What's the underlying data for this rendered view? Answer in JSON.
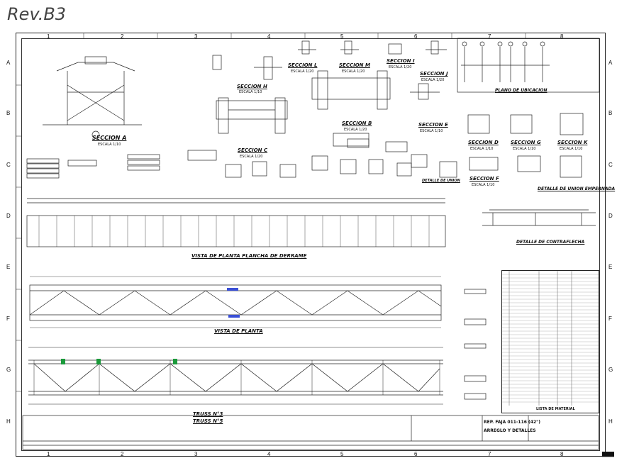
{
  "revision": "Rev.B3",
  "columns": [
    "1",
    "2",
    "3",
    "4",
    "5",
    "6",
    "7",
    "8"
  ],
  "rows": [
    "A",
    "B",
    "C",
    "D",
    "E",
    "F",
    "G",
    "H"
  ],
  "sections": {
    "a": "SECCION A",
    "b": "SECCION B",
    "c": "SECCION C",
    "d": "SECCION D",
    "e": "SECCION E",
    "f": "SECCION F",
    "g": "SECCION G",
    "h": "SECCION H",
    "i": "SECCION I",
    "j": "SECCION J",
    "k": "SECCION K",
    "l": "SECCION L",
    "m": "SECCION M"
  },
  "scales": {
    "s10": "ESCALA 1/10",
    "s20": "ESCALA 1/20"
  },
  "views": {
    "plano_ubicacion": "PLANO DE UBICACION",
    "detalle_union_empernada": "DETALLE DE UNION EMPERNADA",
    "detalle_contraflecha": "DETALLE DE CONTRAFLECHA",
    "vista_planta_derrame": "VISTA DE PLANTA PLANCHA DE DERRAME",
    "vista_planta": "VISTA DE PLANTA",
    "truss3": "TRUSS N°3",
    "truss5": "TRUSS N°5",
    "detalle_union": "DETALLE DE UNION"
  },
  "bom": {
    "title": "LISTA DE MATERIAL"
  },
  "title_block": {
    "line1": "REP. FAJA 011-116 (42\")",
    "line2": "ARREGLO Y DETALLES"
  }
}
